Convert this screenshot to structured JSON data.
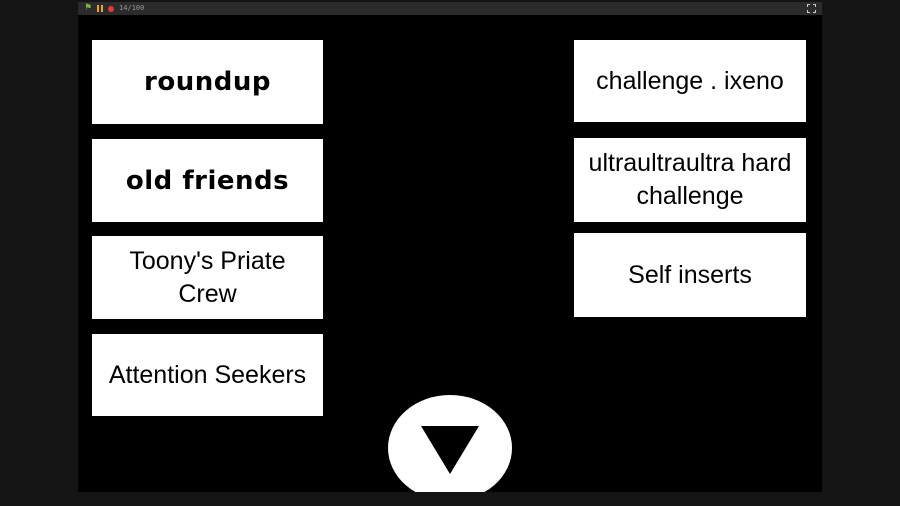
{
  "toolbar": {
    "flag_glyph": "⚑",
    "fps": "14/100"
  },
  "menu": {
    "left": [
      {
        "label": "roundup"
      },
      {
        "label": "old friends"
      },
      {
        "label": "Toony's Priate Crew"
      },
      {
        "label": "Attention Seekers"
      }
    ],
    "right": [
      {
        "label": "challenge . ixeno"
      },
      {
        "label": "ultraultraultra hard challenge"
      },
      {
        "label": "Self inserts"
      }
    ]
  },
  "colors": {
    "page_bg": "#141414",
    "canvas": "#000000",
    "toolbar_bg": "#2b2b2b",
    "button_bg": "#ffffff",
    "button_text": "#000000",
    "record_red": "#e53935",
    "pause_orange": "#f0a030",
    "flag_green": "#7cb342"
  }
}
